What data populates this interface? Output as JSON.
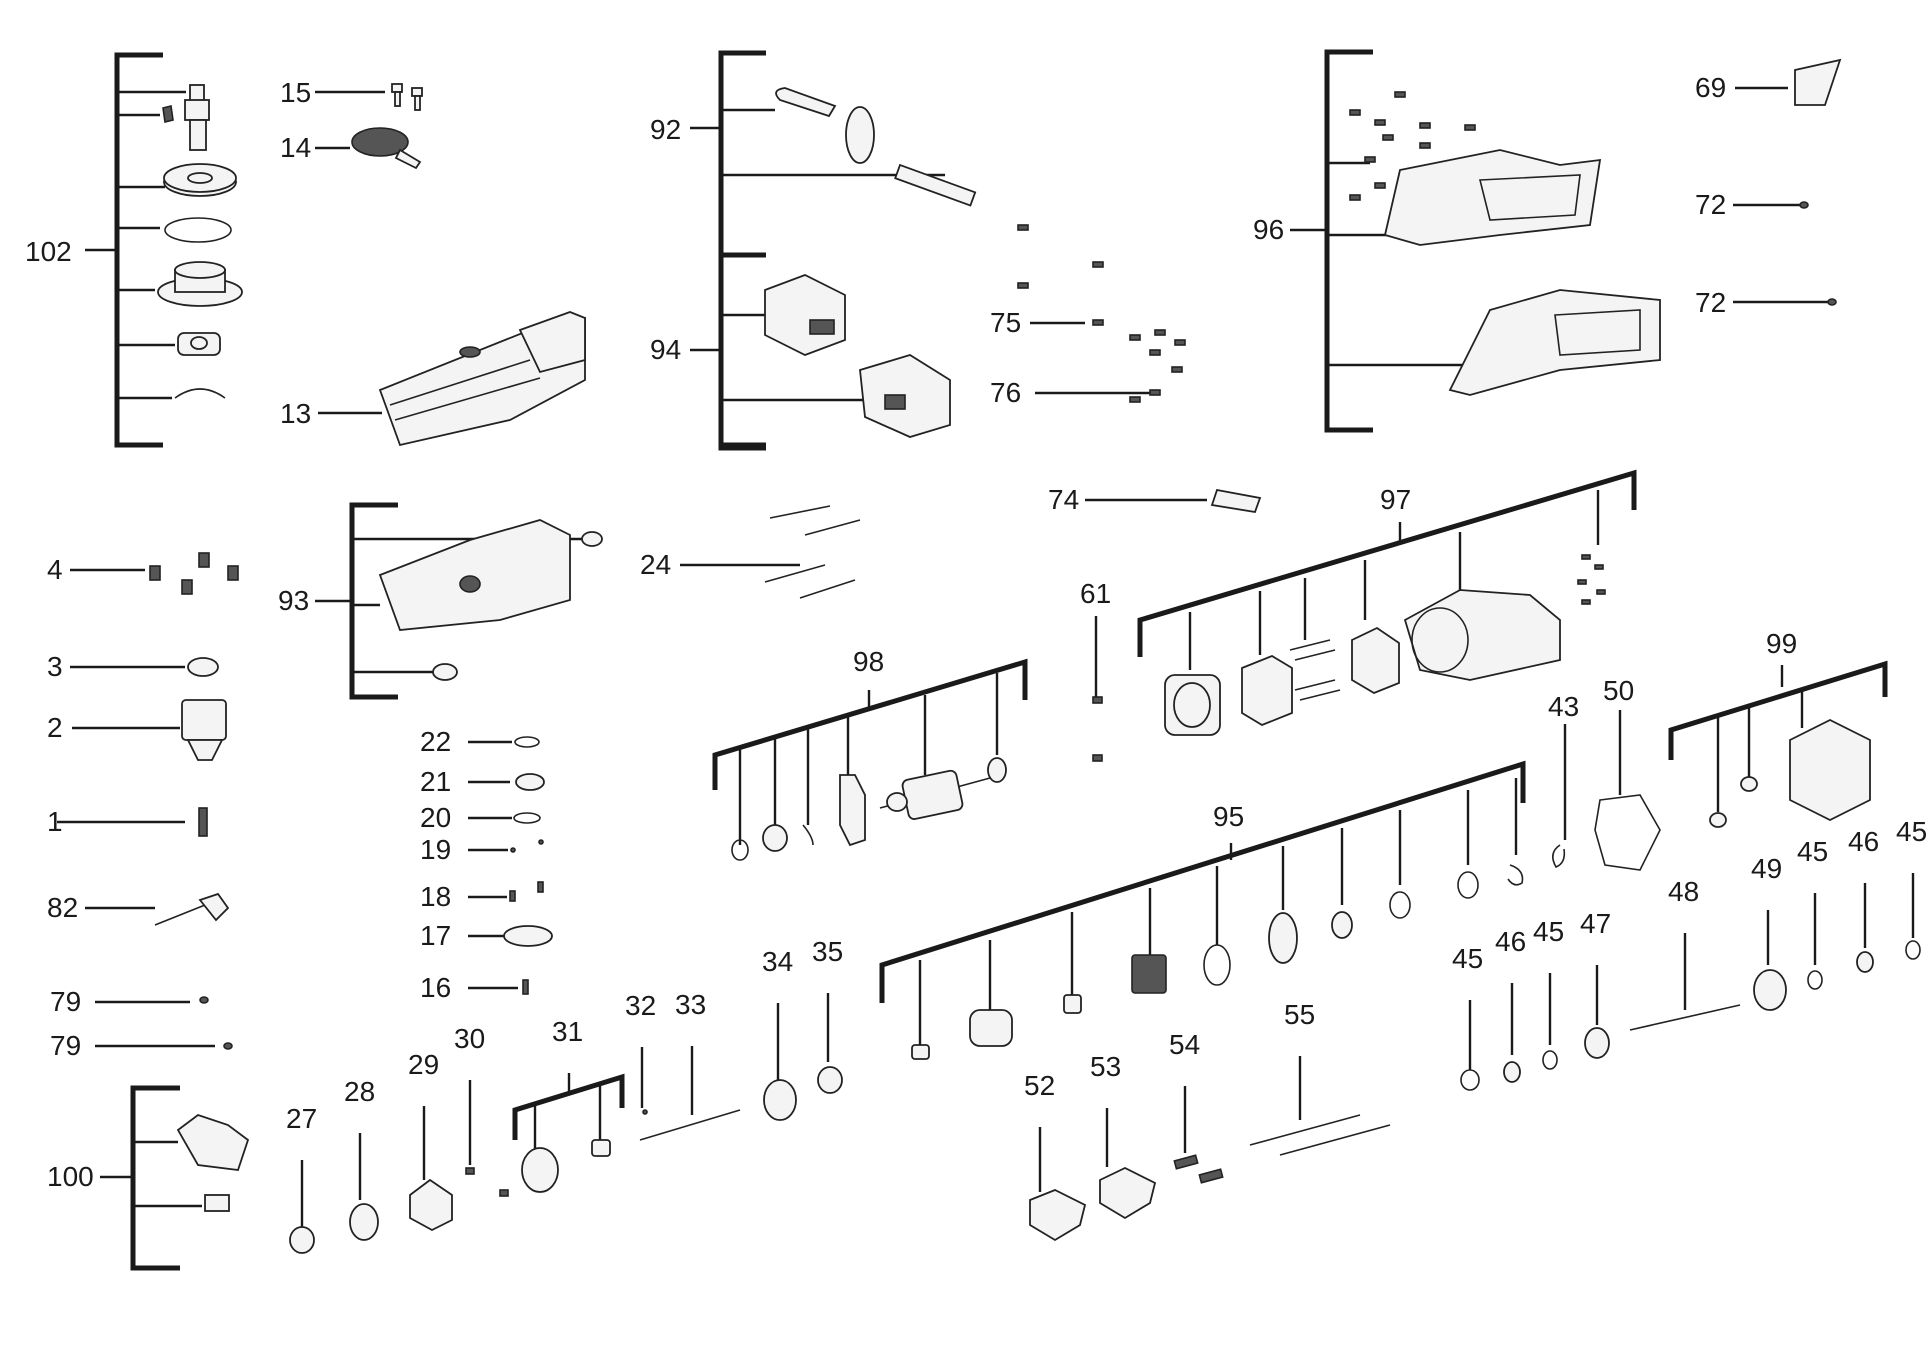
{
  "labels": {
    "l102": "102",
    "l15": "15",
    "l14": "14",
    "l13": "13",
    "l92": "92",
    "l94": "94",
    "l75": "75",
    "l76": "76",
    "l96": "96",
    "l69": "69",
    "l72a": "72",
    "l72b": "72",
    "l74": "74",
    "l97": "97",
    "l93": "93",
    "l24": "24",
    "l4": "4",
    "l3": "3",
    "l2": "2",
    "l1": "1",
    "l82": "82",
    "l79a": "79",
    "l79b": "79",
    "l100": "100",
    "l22": "22",
    "l21": "21",
    "l20": "20",
    "l19": "19",
    "l18": "18",
    "l17": "17",
    "l16": "16",
    "l61": "61",
    "l98": "98",
    "l95": "95",
    "l99": "99",
    "l43": "43",
    "l50": "50",
    "l27": "27",
    "l28": "28",
    "l29": "29",
    "l30": "30",
    "l31": "31",
    "l32": "32",
    "l33": "33",
    "l34": "34",
    "l35": "35",
    "l52": "52",
    "l53": "53",
    "l54": "54",
    "l55": "55",
    "l45a": "45",
    "l46a": "46",
    "l45b": "45",
    "l47": "47",
    "l48": "48",
    "l49": "49",
    "l45c": "45",
    "l46b": "46",
    "l45d": "45"
  }
}
